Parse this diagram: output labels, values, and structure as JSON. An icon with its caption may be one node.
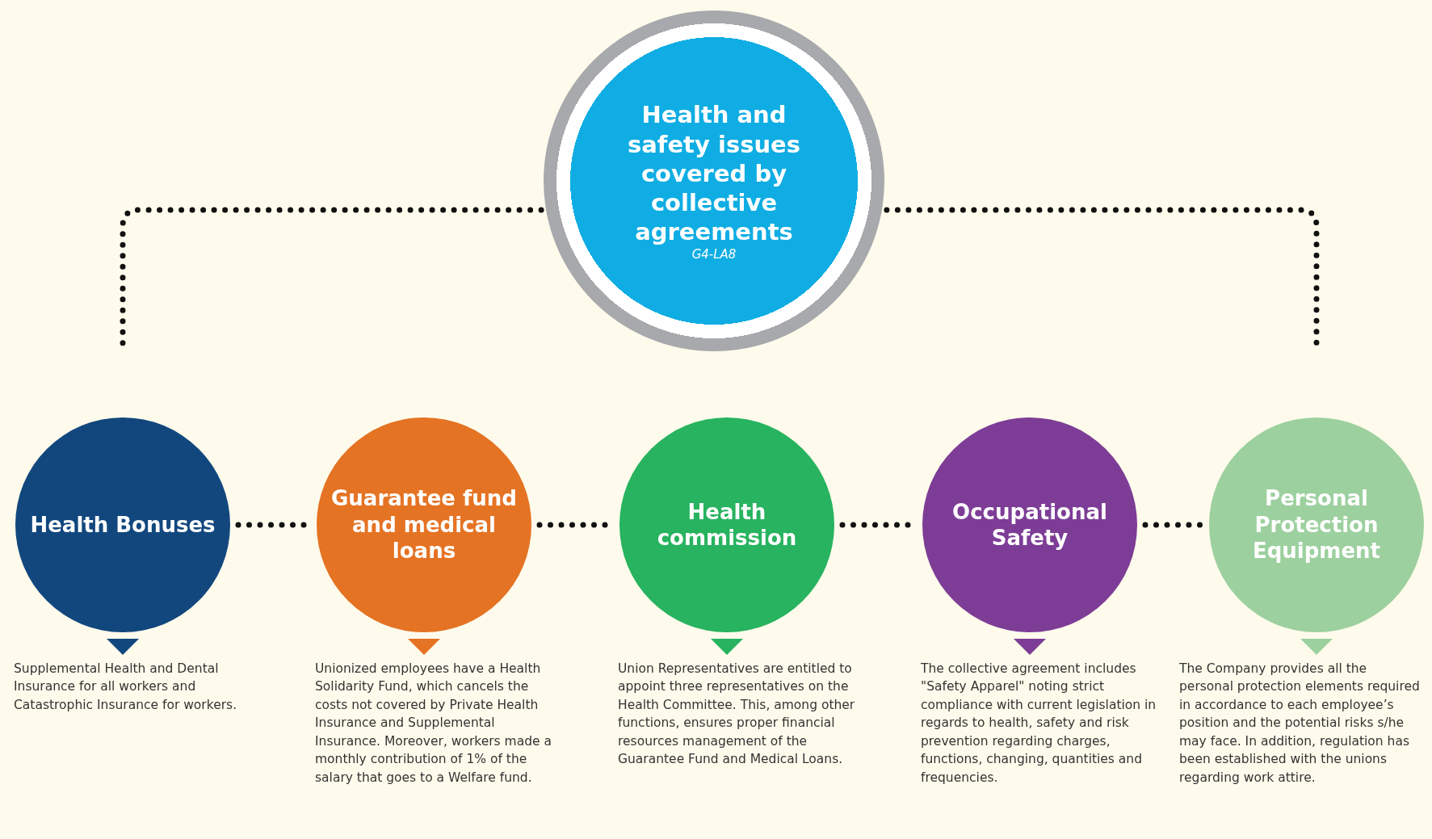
{
  "diagram": {
    "nodes": [
      {
        "text": [
          "Health and safety issues covered by collective agreements",
          "G4-LA8"
        ]
      },
      {
        "text": [
          "Health Bonuses"
        ],
        "beside": [
          "Supplemental Health and Dental Insurance for all workers and Catastrophic Insurance for workers."
        ]
      },
      {
        "text": [
          "Guarantee fund and medical loans"
        ],
        "beside": [
          "Unionized employees have a Health Solidarity Fund, which cancels the costs not covered by Private Health Insurance and Supplemental Insurance. Moreover, workers made a monthly contribution of 1% of the salary that goes to a Welfare fund."
        ]
      },
      {
        "text": [
          "Health commission"
        ],
        "beside": [
          "Union Representatives are entitled to appoint three representatives on the Health Committee. This, among other functions, ensures proper financial resources management of the Guarantee Fund and Medical Loans."
        ]
      },
      {
        "text": [
          "Occupational Safety"
        ],
        "beside": [
          "The collective agreement includes \"Safety Apparel\" noting strict compliance with current legislation in regards to health, safety and risk prevention regarding charges, functions, changing, quantities and frequencies."
        ]
      },
      {
        "text": [
          "Personal Protection Equipment"
        ],
        "beside": [
          "The Company provides all the personal protection elements required in accordance to each employee’s position and the potential risks s/he may face. In addition, regulation has been established with the unions regarding work attire."
        ]
      }
    ],
    "edges": [
      {
        "from": 0,
        "to": 1,
        "arrow": "none",
        "style": "dashed"
      },
      {
        "from": 0,
        "to": 5,
        "arrow": "none",
        "style": "dashed"
      },
      {
        "from": 1,
        "to": 2,
        "arrow": "none",
        "style": "dashed"
      },
      {
        "from": 2,
        "to": 3,
        "arrow": "none",
        "style": "dashed"
      },
      {
        "from": 3,
        "to": 4,
        "arrow": "none",
        "style": "dashed"
      },
      {
        "from": 4,
        "to": 5,
        "arrow": "none",
        "style": "dashed"
      }
    ]
  }
}
